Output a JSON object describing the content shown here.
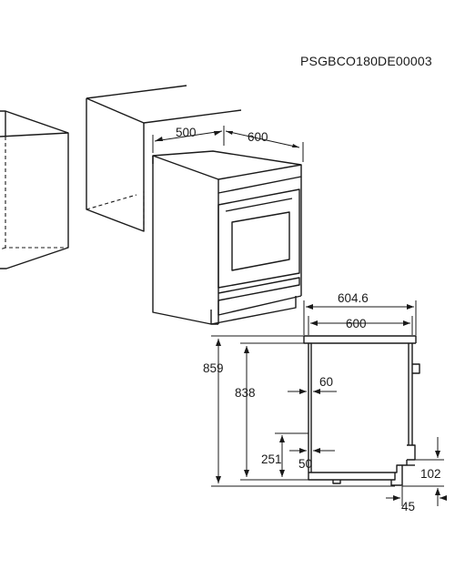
{
  "header": {
    "code": "PSGBCO180DE00003"
  },
  "dimensions": {
    "top_depth": "500",
    "top_width": "600",
    "side_total_depth": "604.6",
    "side_depth": "600",
    "total_height": "859",
    "body_height": "838",
    "door_offset": "60",
    "drawer_height": "251",
    "drawer_offset": "50",
    "foot_height": "102",
    "foot_depth": "45"
  }
}
